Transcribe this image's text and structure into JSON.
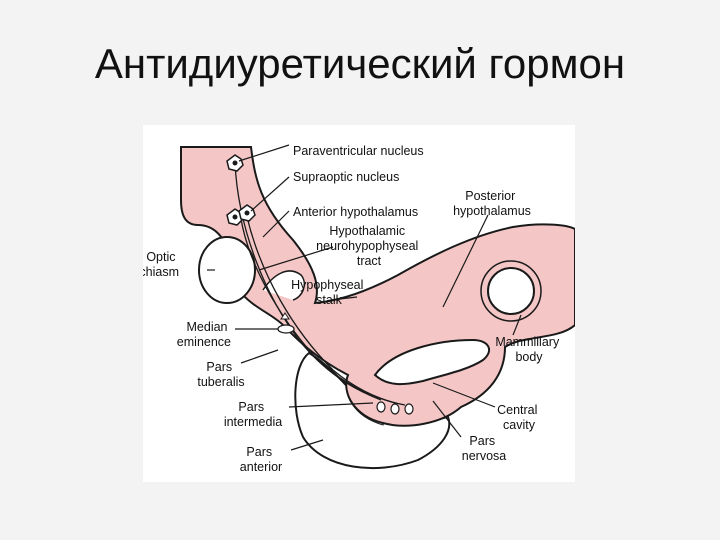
{
  "slide": {
    "title": "Антидиуретический гормон"
  },
  "colors": {
    "tissue": "#f5c6c6",
    "outline": "#1a1a1a",
    "background": "#f3f3f3",
    "panel": "#ffffff"
  },
  "labels": {
    "paraventricular": [
      "Paraventricular nucleus"
    ],
    "supraoptic": [
      "Supraoptic nucleus"
    ],
    "anterior_hypothalamus": [
      "Anterior hypothalamus"
    ],
    "posterior_hypothalamus": [
      "Posterior",
      "hypothalamus"
    ],
    "hypothalamic_tract": [
      "Hypothalamic",
      "neurohypophyseal",
      "tract"
    ],
    "optic_chiasm": [
      "Optic",
      "chiasm"
    ],
    "hypophyseal_stalk": [
      "Hypophyseal",
      "stalk"
    ],
    "median_eminence": [
      "Median",
      "eminence"
    ],
    "mammillary_body": [
      "Mammillary",
      "body"
    ],
    "pars_tuberalis": [
      "Pars",
      "tuberalis"
    ],
    "pars_intermedia": [
      "Pars",
      "intermedia"
    ],
    "central_cavity": [
      "Central",
      "cavity"
    ],
    "pars_nervosa": [
      "Pars",
      "nervosa"
    ],
    "pars_anterior": [
      "Pars",
      "anterior"
    ]
  }
}
